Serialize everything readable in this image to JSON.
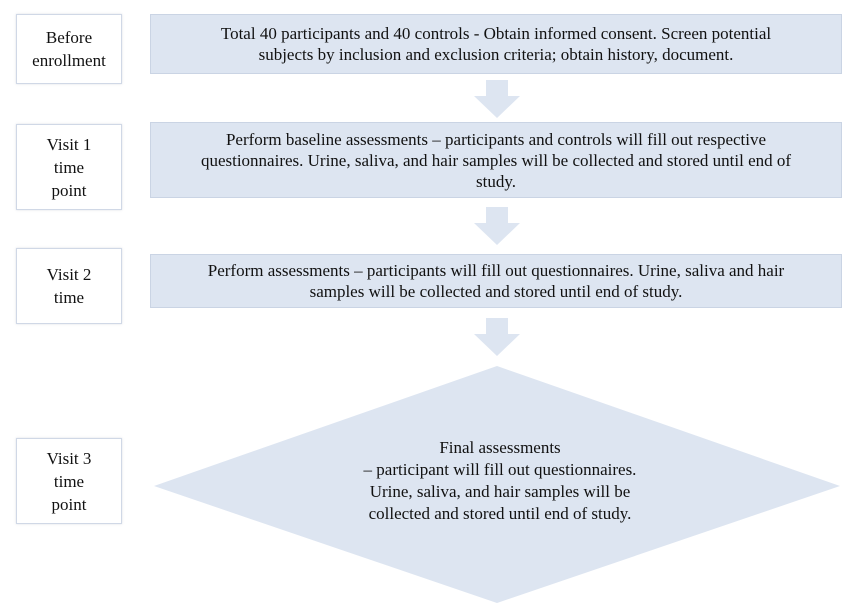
{
  "stages": [
    {
      "label": "Before\nenrollment",
      "text": "Total 40 participants and 40 controls - Obtain informed consent. Screen potential\nsubjects by inclusion and exclusion criteria; obtain history, document."
    },
    {
      "label": "Visit 1\ntime\npoint",
      "text": "Perform baseline assessments – participants and controls will fill out respective\nquestionnaires. Urine, saliva, and hair samples will be collected and stored until end of\nstudy."
    },
    {
      "label": "Visit 2\ntime",
      "text": "Perform assessments – participants will fill out questionnaires. Urine, saliva and hair\nsamples will be collected and stored until end of study."
    },
    {
      "label": "Visit 3\ntime\npoint",
      "text": "Final assessments\n– participant will fill out questionnaires.\nUrine, saliva, and hair samples will be\ncollected and stored until end of study."
    }
  ],
  "colors": {
    "box_fill": "#dde5f1",
    "arrow_fill": "#dde5f1",
    "label_border": "#d0d8e6"
  }
}
